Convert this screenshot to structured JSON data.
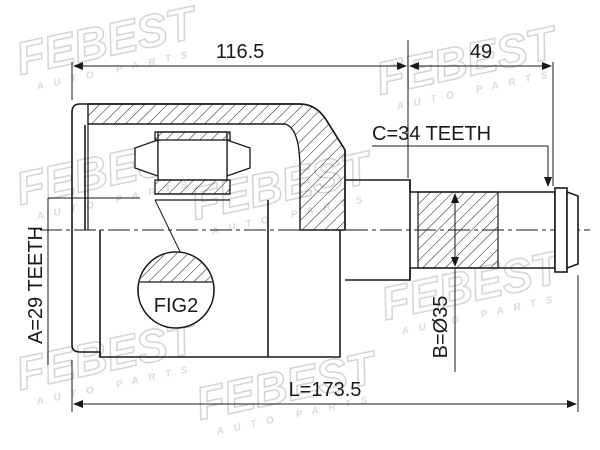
{
  "dimensions": {
    "top_left": "116.5",
    "top_right": "49",
    "total_length": "L=173.5",
    "spline_teeth_right": "C=34 TEETH",
    "spline_teeth_left": "A=29 TEETH",
    "diameter": "B=Ø35"
  },
  "figure_label": "FIG2",
  "watermark": {
    "brand": "FEBEST",
    "sub": "AUTO PARTS"
  },
  "colors": {
    "line": "#1a1a1a",
    "watermark": "#d8d8d8"
  }
}
